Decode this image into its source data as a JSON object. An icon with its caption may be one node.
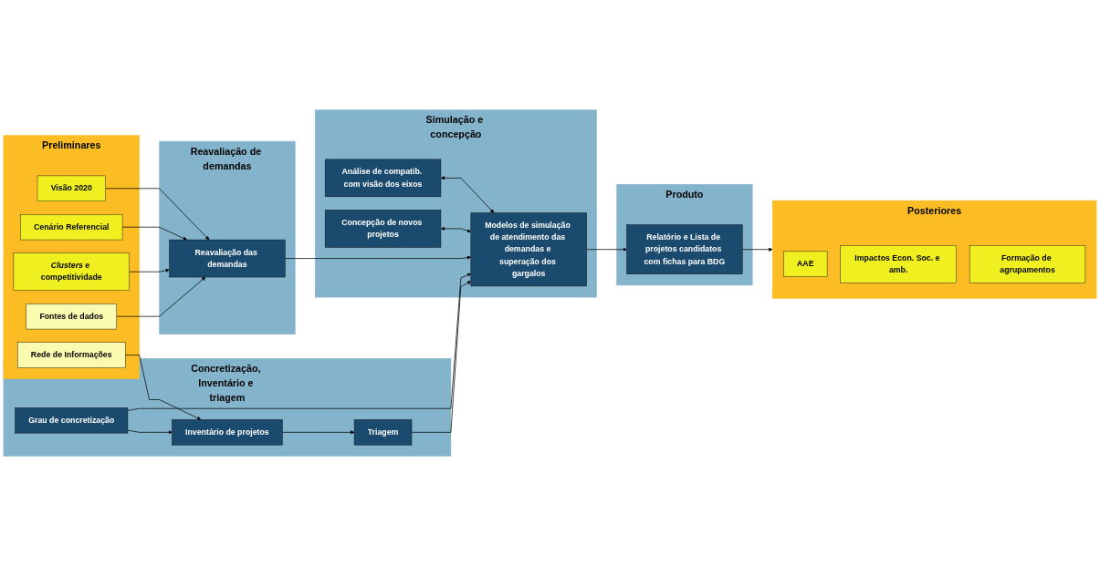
{
  "diagram": {
    "nodes": [
      {
        "text": [
          "Preliminares"
        ]
      },
      {
        "text": [
          "Visão 2020"
        ],
        "in": 0
      },
      {
        "text": [
          "Cenário Referencial"
        ],
        "in": 0
      },
      {
        "text": [
          "*Clusters* e competitividade"
        ],
        "in": 0
      },
      {
        "text": [
          "Fontes de dados"
        ],
        "in": 0
      },
      {
        "text": [
          "Rede de Informações"
        ],
        "in": 0
      },
      {
        "text": [
          "Reavaliação de demandas"
        ]
      },
      {
        "text": [
          "Reavaliação das demandas"
        ],
        "in": 6
      },
      {
        "text": [
          "Concretização, Inventário e triagem"
        ]
      },
      {
        "text": [
          "Grau de concretização"
        ],
        "in": 8
      },
      {
        "text": [
          "Inventário de projetos"
        ],
        "in": 8
      },
      {
        "text": [
          "Triagem"
        ],
        "in": 8
      },
      {
        "text": [
          "Simulação e concepção"
        ]
      },
      {
        "text": [
          "Análise de compatib. com visão dos eixos"
        ],
        "in": 12
      },
      {
        "text": [
          "Modelos de simulação de atendimento das demandas e superação dos gargalos"
        ],
        "in": 12
      },
      {
        "text": [
          "Concepção de novos projetos"
        ],
        "in": 12
      },
      {
        "text": [
          "Produto"
        ]
      },
      {
        "text": [
          "Relatório e Lista de projetos candidatos com fichas para BDG"
        ],
        "in": 16
      },
      {
        "text": [
          "Posteriores"
        ]
      },
      {
        "text": [
          "AAE"
        ],
        "in": 18
      },
      {
        "text": [
          "Impactos Econ. Soc. e amb."
        ],
        "in": 18
      },
      {
        "text": [
          "Formação de agrupamentos"
        ],
        "in": 18
      }
    ],
    "edges": [
      {
        "from": 1,
        "to": 7,
        "arrow": "to"
      },
      {
        "from": 2,
        "to": 7,
        "arrow": "to"
      },
      {
        "from": 3,
        "to": 7,
        "arrow": "to"
      },
      {
        "from": 4,
        "to": 7,
        "arrow": "to"
      },
      {
        "from": 5,
        "to": 10,
        "arrow": "to"
      },
      {
        "from": 9,
        "to": 10,
        "arrow": "to"
      },
      {
        "from": 10,
        "to": 11,
        "arrow": "to"
      },
      {
        "from": 7,
        "to": 14,
        "arrow": "to"
      },
      {
        "from": 9,
        "to": 14,
        "arrow": "to"
      },
      {
        "from": 11,
        "to": 14,
        "arrow": "to"
      },
      {
        "from": 13,
        "to": 14,
        "arrow": "both"
      },
      {
        "from": 14,
        "to": 15,
        "arrow": "both"
      },
      {
        "from": 14,
        "to": 17,
        "arrow": "to"
      },
      {
        "from": 17,
        "to": 18,
        "arrow": "to"
      }
    ]
  }
}
